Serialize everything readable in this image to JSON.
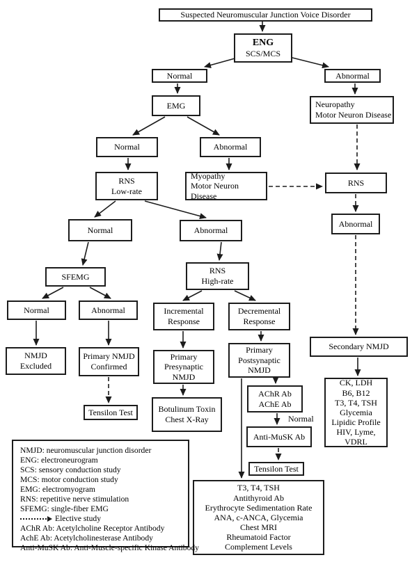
{
  "nodes": {
    "root": "Suspected Neuromuscular Junction Voice Disorder",
    "eng_line1": "ENG",
    "eng_line2": "SCS/MCS",
    "eng_normal": "Normal",
    "eng_abnormal": "Abnormal",
    "emg": "EMG",
    "neuropathy": "Neuropathy\nMotor Neuron Disease",
    "emg_normal": "Normal",
    "emg_abnormal": "Abnormal",
    "rns_low": "RNS\nLow-rate",
    "myopathy": "Myopathy\nMotor Neuron Disease",
    "rns_right": "RNS",
    "rns_low_normal": "Normal",
    "rns_low_abnormal": "Abnormal",
    "sfemg": "SFEMG",
    "sfemg_normal": "Normal",
    "sfemg_abnormal": "Abnormal",
    "nmjd_excluded": "NMJD\nExcluded",
    "primary_confirmed": "Primary NMJD\nConfirmed",
    "tensilon_left": "Tensilon Test",
    "rns_high": "RNS\nHigh-rate",
    "incremental": "Incremental\nResponse",
    "decremental": "Decremental\nResponse",
    "presynaptic": "Primary\nPresynaptic\nNMJD",
    "botulinum": "Botulinum Toxin\nChest X-Ray",
    "postsynaptic": "Primary\nPostsynaptic\nNMJD",
    "achr": "AChR Ab\nAChE Ab",
    "anti_musk": "Anti-MuSK Ab",
    "tensilon_mid": "Tensilon Test",
    "rns_right_abnormal": "Abnormal",
    "secondary": "Secondary NMJD",
    "ck_panel": "CK, LDH\nB6, B12\nT3, T4, TSH\nGlycemia\nLipidic Profile\nHIV, Lyme,\nVDRL",
    "big_panel": "T3, T4, TSH\nAntithyroid Ab\nErythrocyte Sedimentation Rate\nANA, c-ANCA, Glycemia\nChest MRI\nRheumatoid Factor\nComplement Levels"
  },
  "edge_labels": {
    "normal": "Normal"
  },
  "legend": {
    "items": [
      "NMJD: neuromuscular junction disorder",
      "ENG: electroneurogram",
      "SCS: sensory conduction study",
      "MCS: motor conduction study",
      "EMG: electromyogram",
      "RNS: repetitive nerve stimulation",
      "SFEMG: single-fiber EMG",
      {
        "icon": "dotted-arrow-icon",
        "label": "Elective study"
      },
      "AChR Ab: Acetylcholine Receptor Antibody",
      "AchE Ab: Acetylcholinesterase Antibody",
      "Anti-MuSK Ab: Anti-Muscle-specific Kinase Antibody"
    ]
  },
  "colors": {
    "line": "#1c1c1c",
    "text": "#000000",
    "background": "#ffffff"
  }
}
